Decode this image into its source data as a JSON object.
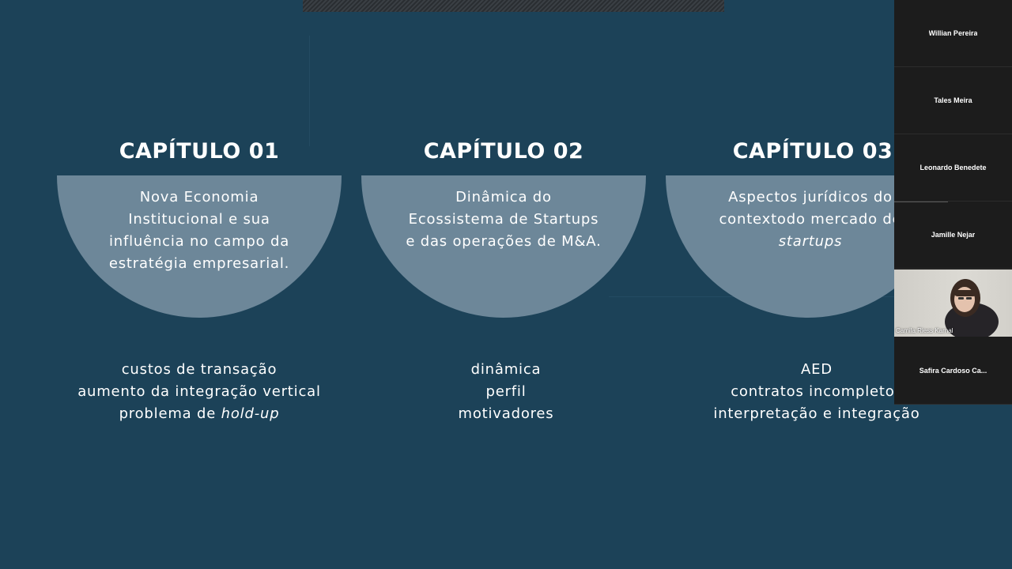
{
  "slide": {
    "chapters": [
      {
        "title": "CAPÍTULO 01",
        "description_lines": [
          "Nova Economia",
          "Institucional e sua",
          "influência no campo da",
          "estratégia empresarial."
        ],
        "keywords": [
          "custos de transação",
          "aumento da integração vertical"
        ],
        "keyword_prefix": "problema de ",
        "keyword_italic": "hold-up"
      },
      {
        "title": "CAPÍTULO  02",
        "description_lines": [
          "Dinâmica do",
          "Ecossistema de Startups",
          "e das operações de M&A."
        ],
        "keywords": [
          "dinâmica",
          "perfil",
          "motivadores"
        ]
      },
      {
        "title": "CAPÍTULO 03",
        "description_lines": [
          "Aspectos jurídicos do",
          "contextodo mercado de"
        ],
        "description_italic": "startups",
        "keywords": [
          "AED",
          "contratos incompletos",
          "interpretação e integração"
        ]
      }
    ]
  },
  "participants": {
    "tiles": [
      {
        "name": "Willian Pereira"
      },
      {
        "name": "Tales Meira"
      },
      {
        "name": "Leonardo Benedete"
      },
      {
        "name": "Jamille Nejar"
      }
    ],
    "video": {
      "name": "Camila Riess Karnal"
    },
    "last": {
      "name": "Safira Cardoso Ca..."
    }
  },
  "colors": {
    "background": "#1c4258",
    "half_circle": "#6d8799",
    "panel": "#1c1c1c",
    "text": "#ffffff"
  }
}
